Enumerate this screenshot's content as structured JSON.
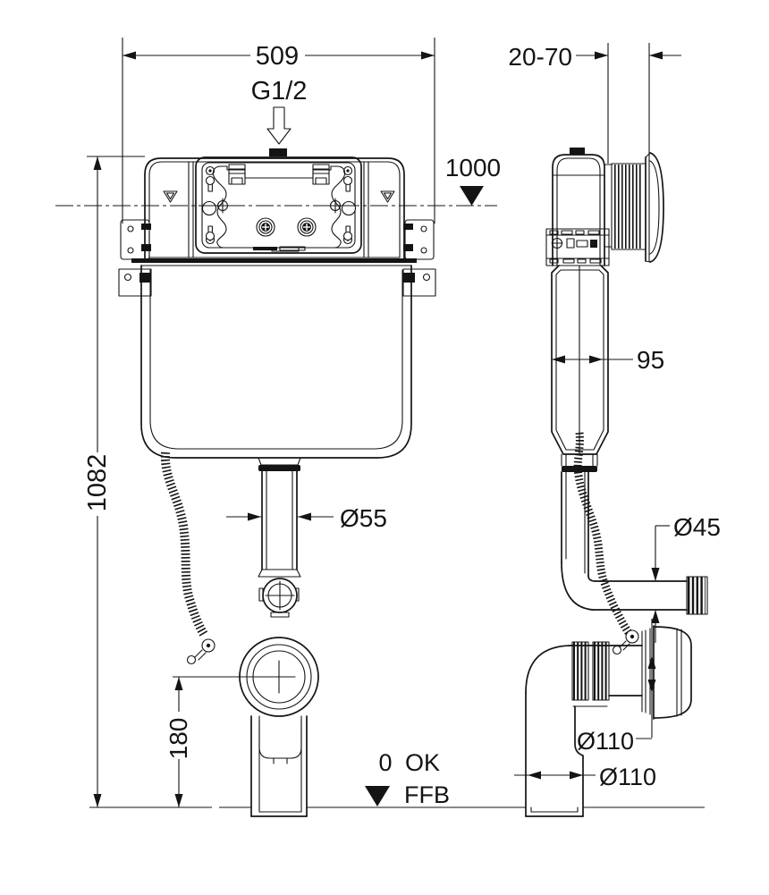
{
  "drawing": {
    "type": "technical-dimension-drawing",
    "subject": "concealed cistern with flush pipe and outlet bend, front and side views"
  },
  "labels": {
    "width": "509",
    "supply": "G1/2",
    "depth_range": "20-70",
    "panel_height": "1000",
    "height": "1082",
    "body_depth": "95",
    "flush_pipe": "Ø55",
    "outlet_conn": "Ø45",
    "outlet_height": "180",
    "outlet_dia_v": "Ø110",
    "outlet_dia_h": "Ø110",
    "floor": {
      "zero": "0",
      "ok": "OK",
      "ffb": "FFB"
    }
  },
  "colors": {
    "line": "#141414",
    "background": "#ffffff"
  }
}
